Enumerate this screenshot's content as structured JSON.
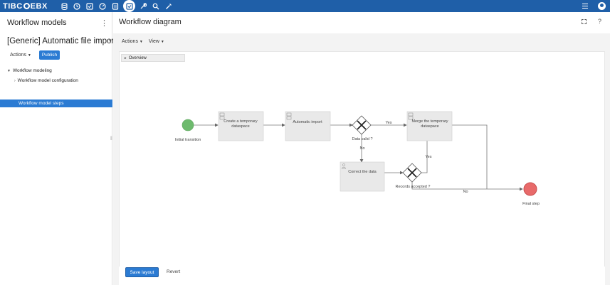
{
  "topbar": {
    "logo_left": "TIBC",
    "logo_right": "EBX",
    "icons": [
      "database-icon",
      "clock-icon",
      "checklist-icon",
      "gauge-icon",
      "document-icon",
      "workflow-icon",
      "wrench-icon",
      "search-icon",
      "tools-icon"
    ],
    "active_icon": "workflow-icon"
  },
  "left_panel": {
    "title": "Workflow models",
    "model_name": "[Generic] Automatic file import",
    "actions_label": "Actions",
    "publish_label": "Publish",
    "tree": {
      "root": "Workflow modeling",
      "child1": "Workflow model configuration",
      "child2": "Workflow model steps"
    }
  },
  "main": {
    "title": "Workflow diagram",
    "toolbar": {
      "actions_label": "Actions",
      "view_label": "View"
    },
    "overview_label": "Overview",
    "save_layout_label": "Save layout",
    "revert_label": "Revert"
  },
  "diagram": {
    "initial_label": "Initial transition",
    "final_label": "Final step",
    "step_create_1": "Create a temporary",
    "step_create_2": "dataspace",
    "step_import": "Automatic import",
    "step_merge_1": "Merge the temporary",
    "step_merge_2": "dataspace",
    "step_correct": "Correct the data",
    "gateway_valid": "Data valid ?",
    "gateway_accepted": "Records accepted ?",
    "edge_yes_1": "Yes",
    "edge_no_1": "No",
    "edge_yes_2": "Yes",
    "edge_no_2": "No",
    "colors": {
      "start": "#6dba6d",
      "end": "#e86a6a",
      "step_fill": "#e9e9e9",
      "brand": "#1f5fa8",
      "accent": "#2b7bd3"
    }
  }
}
